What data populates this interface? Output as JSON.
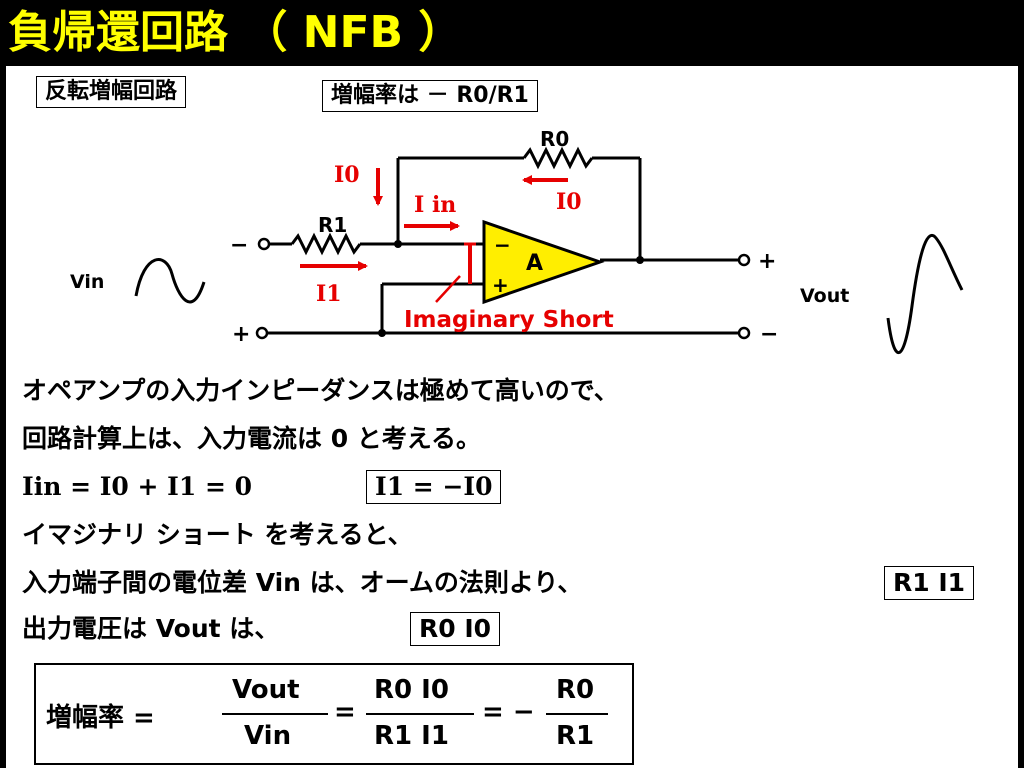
{
  "title": "負帰還回路 （ NFB ）",
  "circuit": {
    "name_tag": "反転増幅回路",
    "gain_tag": "増幅率は － R0/R1",
    "labels": {
      "r0": "R0",
      "r1": "R1",
      "i0_left": "I0",
      "i0_right": "I0",
      "iin": "I in",
      "i1": "I1",
      "amp": "A",
      "amp_minus": "−",
      "amp_plus": "+",
      "vin": "Vin",
      "vout": "Vout",
      "imaginary_short": "Imaginary Short",
      "in_minus": "−",
      "in_plus": "+",
      "out_plus": "+",
      "out_minus": "−"
    },
    "colors": {
      "arrow": "#e60000",
      "amp_fill": "#ffee00",
      "text": "#000000"
    }
  },
  "text": {
    "line1": "オペアンプの入力インピーダンスは極めて高いので、",
    "line2": "回路計算上は、入力電流は 0 と考える。",
    "line3": "Iin = I0 + I1 = 0",
    "line3_box": "I1 = −I0",
    "line4": "イマジナリ ショート を考えると、",
    "line5": "入力端子間の電位差 Vin は、オームの法則より、",
    "line5_box": "R1 I1",
    "line6": "出力電圧は Vout は、",
    "line6_box": "R0 I0"
  },
  "formula": {
    "label": "増幅率 =",
    "num1": "Vout",
    "den1": "Vin",
    "eq1": "=",
    "num2": "R0 I0",
    "den2": "R1 I1",
    "eq2": "= −",
    "num3": "R0",
    "den3": "R1"
  },
  "colors": {
    "title_bg": "#000000",
    "title_text": "#ffff00"
  }
}
